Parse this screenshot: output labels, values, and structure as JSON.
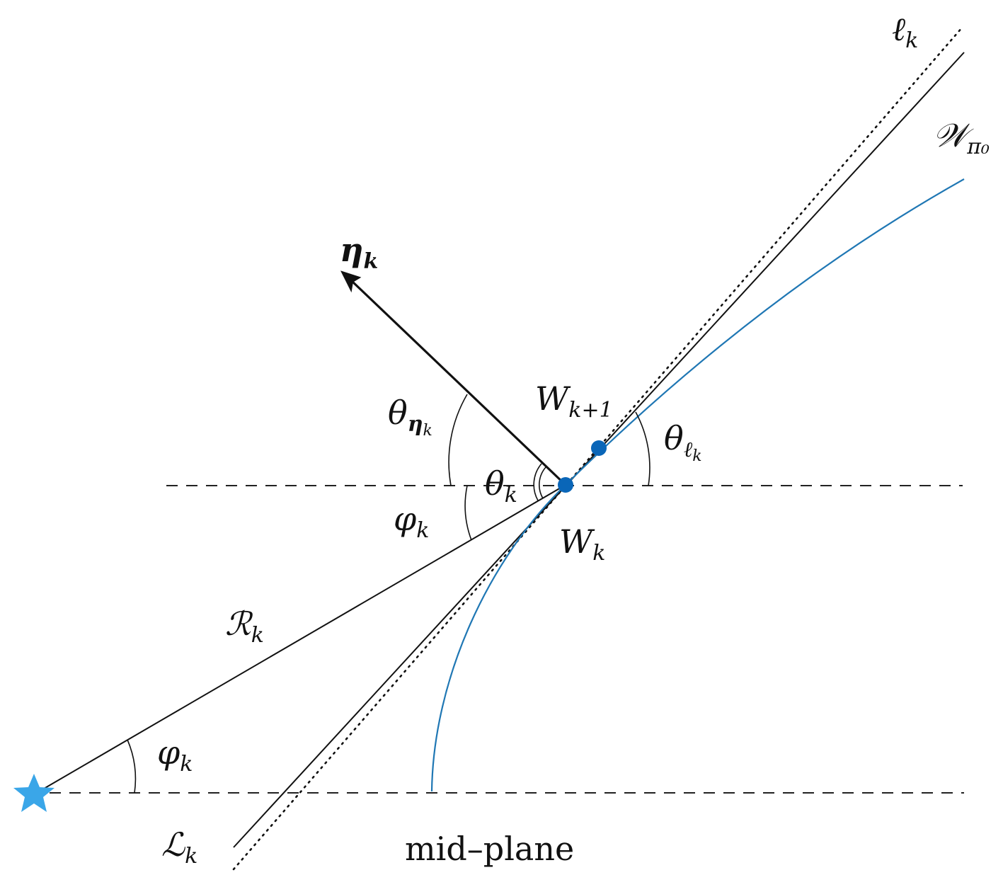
{
  "labels": {
    "ell_k": "ℓ",
    "ell_k_sub": "k",
    "w_pi0": "𝒲",
    "w_pi0_sub": "π₀",
    "eta_k": "η",
    "eta_k_sub": "k",
    "theta_eta_k": "θ",
    "theta_eta_k_sub": "η",
    "theta_eta_k_subsub": "k",
    "w_k_plus_1": "W",
    "w_k_plus_1_sub": "k+1",
    "theta_ell_k": "θ",
    "theta_ell_k_sub": "ℓ",
    "theta_ell_k_subsub": "k",
    "theta_k": "θ",
    "theta_k_sub": "k",
    "phi_k_upper": "φ",
    "phi_k_upper_sub": "k",
    "w_k": "W",
    "w_k_sub": "k",
    "r_k": "ℛ",
    "r_k_sub": "k",
    "phi_k_lower": "φ",
    "phi_k_lower_sub": "k",
    "l_k": "ℒ",
    "l_k_sub": "k",
    "mid_plane": "mid–plane"
  },
  "colors": {
    "line": "#000000",
    "curve": "#1f77b4",
    "point": "#0a66b8",
    "star": "#3aa6e8"
  }
}
